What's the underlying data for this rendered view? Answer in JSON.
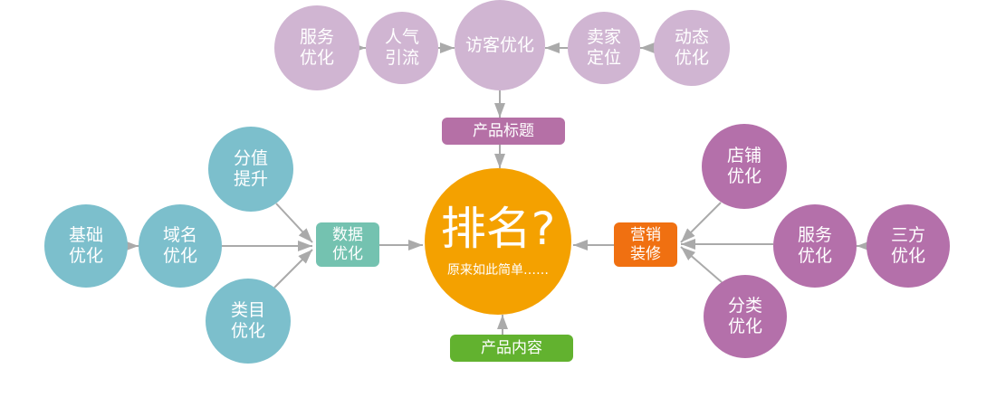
{
  "colors": {
    "top": "#d0b5d2",
    "center": "#f4a100",
    "teal": "#7cbfcc",
    "purple": "#b470aa",
    "title_box": "#b570a6",
    "content_box": "#62b22f",
    "data_box": "#74c2b0",
    "marketing_box": "#f07011",
    "line": "#aaaaaa"
  },
  "center": {
    "title": "排名?",
    "subtitle": "原来如此简单……"
  },
  "top": {
    "service": "服务\n优化",
    "traffic": "人气\n引流",
    "visitor": "访客优化",
    "seller": "卖家\n定位",
    "dynamic": "动态\n优化"
  },
  "boxes": {
    "product_title": "产品标题",
    "product_content": "产品内容",
    "data": "数据\n优化",
    "marketing": "营销\n装修"
  },
  "left": {
    "score": "分值\n提升",
    "basic": "基础\n优化",
    "domain": "域名\n优化",
    "category": "类目\n优化"
  },
  "right": {
    "shop": "店铺\n优化",
    "service": "服务\n优化",
    "third": "三方\n优化",
    "classify": "分类\n优化"
  }
}
